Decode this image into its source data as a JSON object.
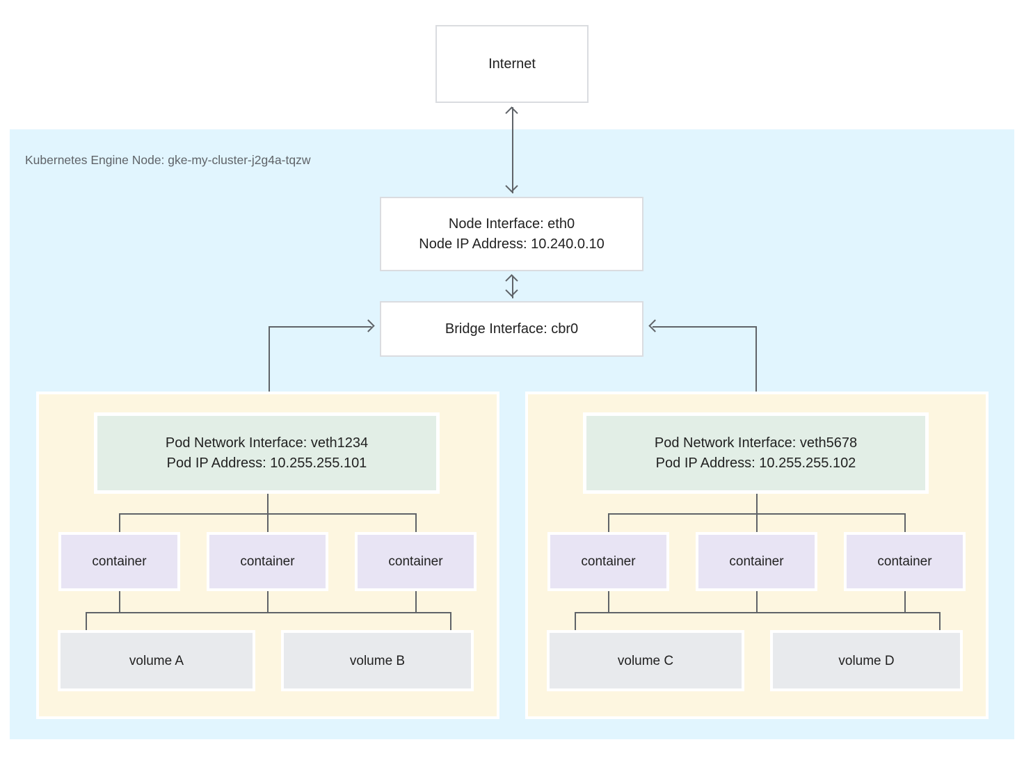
{
  "diagram": {
    "internet": {
      "label": "Internet"
    },
    "node_region": {
      "label": "Kubernetes Engine Node: gke-my-cluster-j2g4a-tqzw"
    },
    "node_interface": {
      "line1": "Node Interface: eth0",
      "line2": "Node IP Address: 10.240.0.10"
    },
    "bridge_interface": {
      "label": "Bridge Interface: cbr0"
    },
    "pods": [
      {
        "interface": {
          "line1": "Pod Network Interface: veth1234",
          "line2": "Pod IP Address: 10.255.255.101"
        },
        "containers": [
          "container",
          "container",
          "container"
        ],
        "volumes": [
          "volume A",
          "volume B"
        ]
      },
      {
        "interface": {
          "line1": "Pod Network Interface: veth5678",
          "line2": "Pod IP Address: 10.255.255.102"
        },
        "containers": [
          "container",
          "container",
          "container"
        ],
        "volumes": [
          "volume C",
          "volume D"
        ]
      }
    ],
    "colors": {
      "region_bg": "#E1F5FE",
      "pod_bg": "#FDF6E0",
      "interface_bg": "#E2EEE6",
      "container_bg": "#E8E4F4",
      "volume_bg": "#E8EAED",
      "line": "#5F6368",
      "box_border": "#DADCE0",
      "text": "#212121",
      "muted": "#5F6368"
    }
  }
}
